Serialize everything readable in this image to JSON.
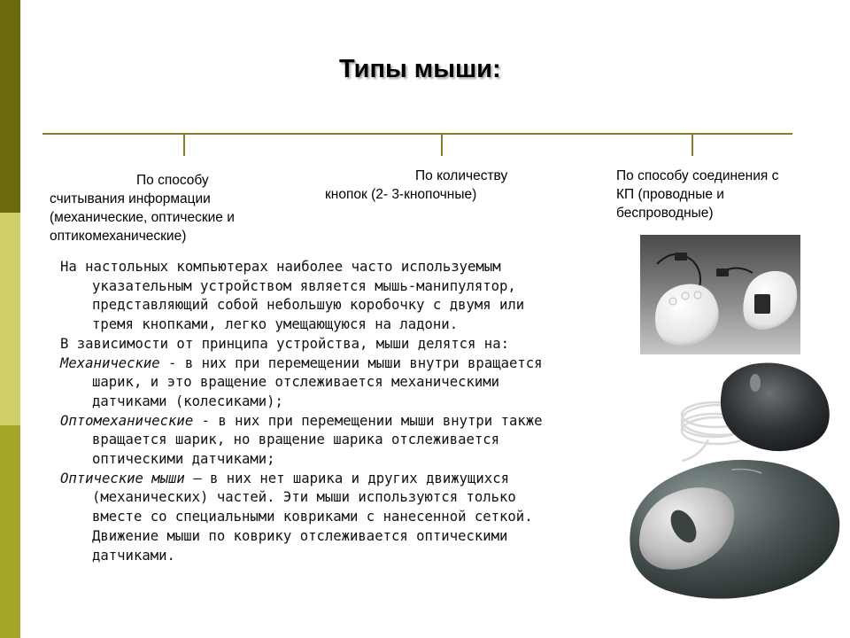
{
  "slide": {
    "title": "Типы мыши:",
    "branches": [
      {
        "lines": [
          "По способу",
          "считывания информации",
          "(механические, оптические и",
          "оптикомеханические)"
        ]
      },
      {
        "lines": [
          "По количеству",
          "кнопок (2- 3-кнопочные)"
        ]
      },
      {
        "lines": [
          "По способу соединения с",
          "КП (проводные и",
          "беспроводные)"
        ]
      }
    ],
    "body": {
      "intro": [
        "На настольных компьютерах наиболее часто используемым",
        "указательным устройством является мышь-манипулятор,",
        "представляющий собой небольшую коробочку с двумя или",
        "тремя кнопками, легко умещающуюся на ладони."
      ],
      "division": "В зависимости от принципа устройства, мыши делятся на:",
      "types": [
        {
          "name": "Механические",
          "first": " - в них при перемещении мыши внутри вращается",
          "rest": [
            "шарик, и это вращение отслеживается механическими",
            "датчиками (колесиками);"
          ]
        },
        {
          "name": "Оптомеханические",
          "first": " - в них при перемещении мыши внутри также",
          "rest": [
            "вращается шарик, но вращение шарика отслеживается",
            "оптическими датчиками;"
          ]
        },
        {
          "name": "Оптические мыши",
          "first": " – в них нет шарика и других движущихся",
          "rest": [
            "(механических) частей. Эти мыши используются только",
            "вместе со специальными ковриками с нанесенной сеткой.",
            "Движение мыши по коврику отслеживается оптическими",
            "датчиками."
          ]
        }
      ]
    }
  },
  "colors": {
    "sidebar": [
      "#6b6b0e",
      "#cfcf6a",
      "#a5a52a"
    ],
    "connector": "#8a7a2a"
  }
}
